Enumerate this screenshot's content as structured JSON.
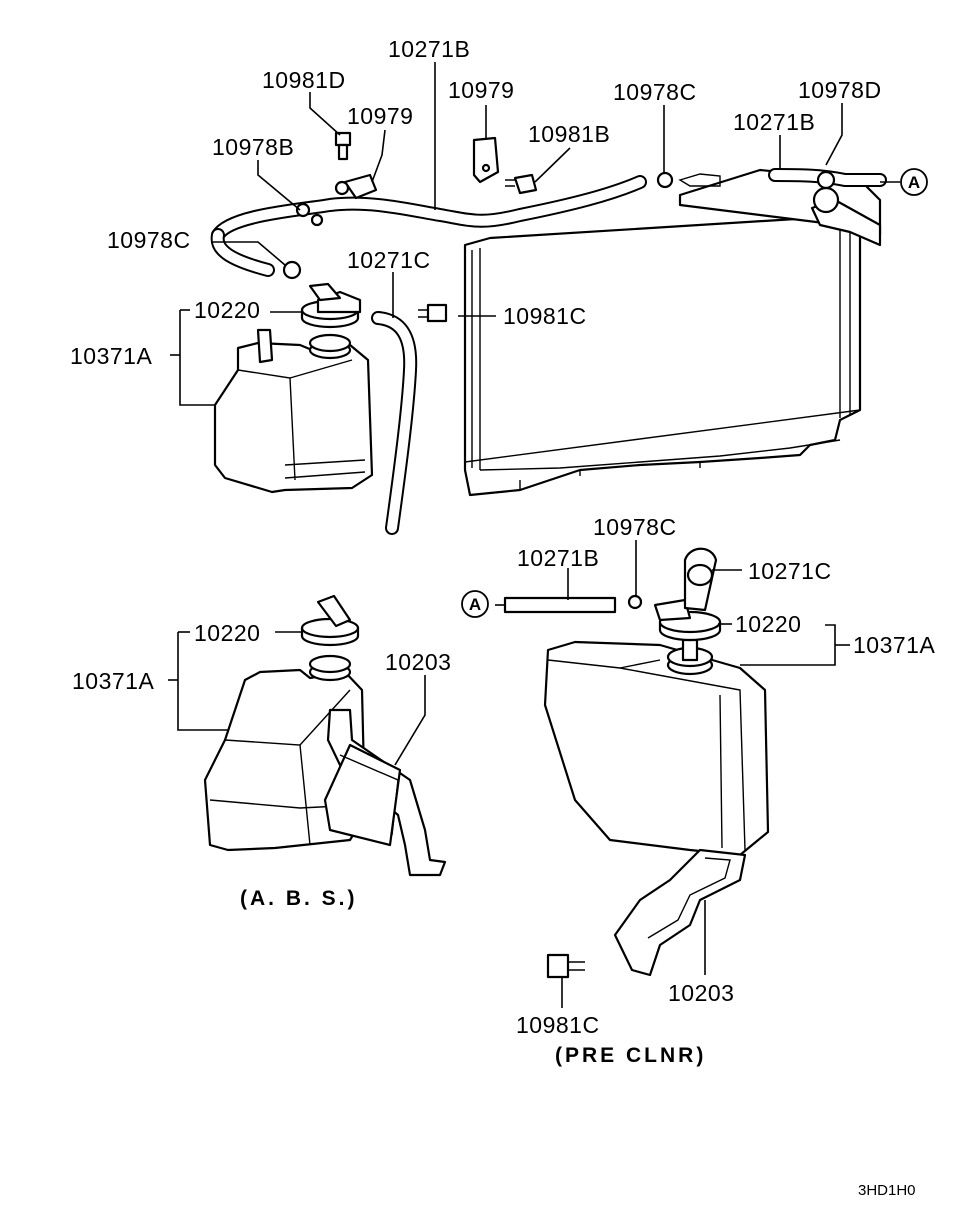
{
  "labels": {
    "hose_top": "10271B",
    "bolt_top": "10981D",
    "clip_top_left": "10979",
    "bracket_top": "10979",
    "clamp_top_left": "10978B",
    "bolt_mid": "10981B",
    "clamp_top_mid": "10978C",
    "clamp_top_right": "10978D",
    "hose_top_right": "10271B",
    "clamp_left": "10978C",
    "hose_overflow": "10271C",
    "cap_top": "10220",
    "bolt_radiator": "10981C",
    "tank_top": "10371A",
    "clamp_pre": "10978C",
    "hose_pre_b": "10271B",
    "hose_pre_c": "10271C",
    "cap_pre": "10220",
    "tank_pre": "10371A",
    "cap_abs": "10220",
    "bracket_abs": "10203",
    "tank_abs": "10371A",
    "bracket_pre": "10203",
    "bolt_pre": "10981C"
  },
  "ref_marks": {
    "a_top": "A",
    "a_pre": "A"
  },
  "captions": {
    "abs": "(A. B. S.)",
    "pre": "(PRE CLNR)"
  },
  "diagram_code": "3HD1H0"
}
